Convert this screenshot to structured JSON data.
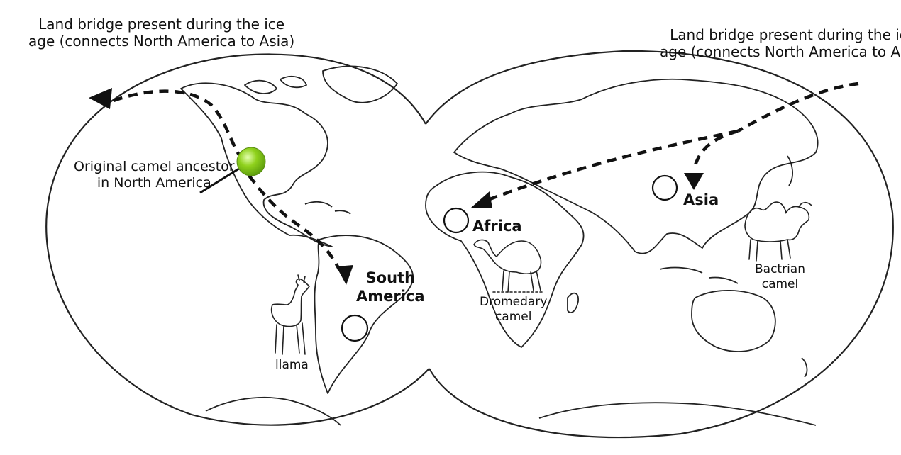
{
  "annotations": {
    "land_bridge_left": "Land bridge present during the ice\nage (connects North America to Asia)",
    "land_bridge_right": "Land bridge present during the ice\nage (connects North America to Asia)",
    "ancestor": "Original camel ancestor\nin North America"
  },
  "continents": {
    "south_america": "South\nAmerica",
    "africa": "Africa",
    "asia": "Asia"
  },
  "animals": {
    "llama": "llama",
    "dromedary": "Dromedary\ncamel",
    "bactrian": "Bactrian\ncamel"
  },
  "colors": {
    "ancestor_marker": "#8fd11c",
    "route": "#111111",
    "outline": "#222222"
  },
  "icons": [
    "ancestor-marker-icon",
    "llama-icon",
    "dromedary-camel-icon",
    "bactrian-camel-icon",
    "arrowhead-icon"
  ]
}
